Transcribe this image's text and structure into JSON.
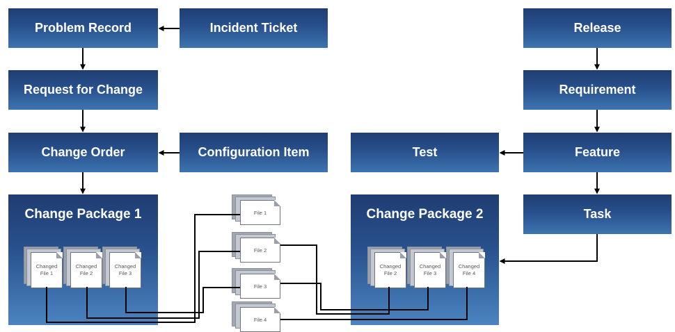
{
  "boxes": {
    "problem_record": "Problem Record",
    "incident_ticket": "Incident Ticket",
    "request_for_change": "Request for Change",
    "change_order": "Change Order",
    "configuration_item": "Configuration Item",
    "release": "Release",
    "requirement": "Requirement",
    "feature": "Feature",
    "test": "Test",
    "task": "Task"
  },
  "packages": {
    "pkg1": {
      "title": "Change Package 1",
      "files": [
        "Changed\nFile 1",
        "Changed\nFile 2",
        "Changed\nFile 3"
      ]
    },
    "pkg2": {
      "title": "Change Package 2",
      "files": [
        "Changed\nFile 2",
        "Changed\nFile 3",
        "Changed\nFile 4"
      ]
    }
  },
  "repository_files": [
    "File 1",
    "File 2",
    "File 3",
    "File 4"
  ],
  "colors": {
    "box_top": "#1f3d72",
    "box_bottom": "#3d74b0",
    "connector": "#000000"
  }
}
